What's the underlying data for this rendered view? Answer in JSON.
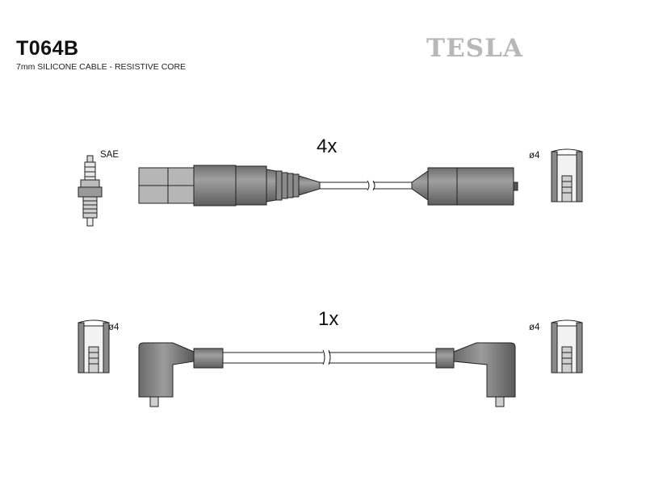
{
  "header": {
    "part_number": "T064B",
    "subtitle": "7mm SILICONE CABLE - RESISTIVE CORE"
  },
  "brand": {
    "name": "TESLA",
    "color": "#b8b8b8"
  },
  "colors": {
    "component_fill": "#8a8a8a",
    "component_light": "#cfcfcf",
    "line": "#222222"
  },
  "top_lead": {
    "quantity": "4x",
    "plug_standard": "SAE",
    "terminal_size": "ø4"
  },
  "bottom_lead": {
    "quantity": "1x",
    "terminal_size_left": "ø4",
    "terminal_size_right": "ø4"
  }
}
